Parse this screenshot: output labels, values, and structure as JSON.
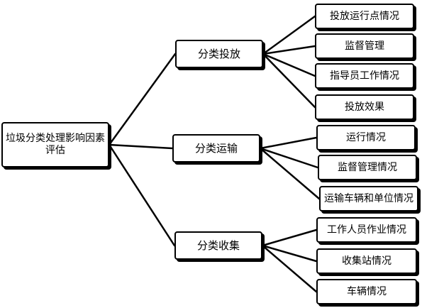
{
  "root": {
    "label": "垃圾分类处理影响因素评估"
  },
  "branches": [
    {
      "label": "分类投放",
      "children": [
        "投放运行点情况",
        "监督管理",
        "指导员工作情况",
        "投放效果"
      ]
    },
    {
      "label": "分类运输",
      "children": [
        "运行情况",
        "监督管理情况",
        "运输车辆和单位情况"
      ]
    },
    {
      "label": "分类收集",
      "children": [
        "工作人员作业情况",
        "收集站情况",
        "车辆情况"
      ]
    }
  ],
  "colors": {
    "stroke": "#000000",
    "background": "#ffffff"
  }
}
